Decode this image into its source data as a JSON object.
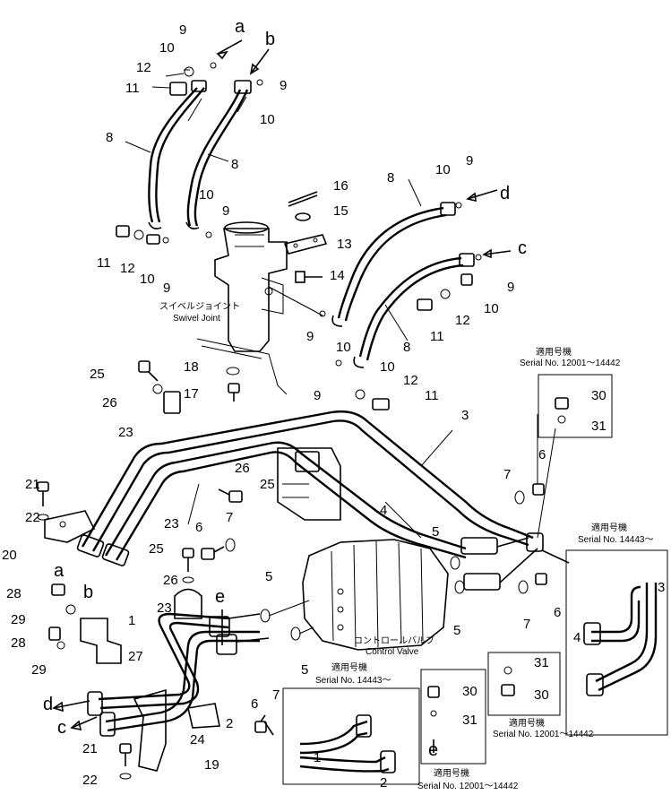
{
  "callouts": [
    "1",
    "2",
    "3",
    "4",
    "5",
    "6",
    "7",
    "8",
    "9",
    "10",
    "11",
    "12",
    "13",
    "14",
    "15",
    "16",
    "17",
    "18",
    "19",
    "20",
    "21",
    "22",
    "23",
    "24",
    "25",
    "26",
    "27",
    "28",
    "29",
    "30",
    "31"
  ],
  "ports": {
    "a": "a",
    "b": "b",
    "c": "c",
    "d": "d",
    "e": "e"
  },
  "components": {
    "swivel_joint_jp": "スイベルジョイント",
    "swivel_joint": "Swivel Joint",
    "control_valve_jp": "コントロールバルブ",
    "control_valve": "Control Valve"
  },
  "applicability": {
    "heading_jp": "適用号機",
    "serial_12001": "Serial No. 12001～14442",
    "serial_14443": "Serial No. 14443～",
    "serial_12001_alt": "Serial No. 12001～14442"
  }
}
